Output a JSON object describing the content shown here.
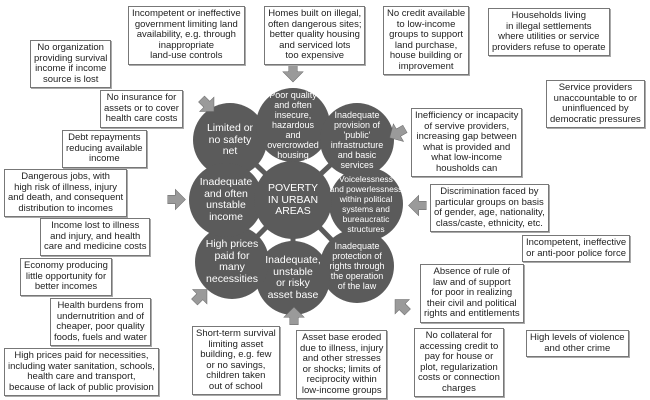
{
  "center": "POVERTY\nIN URBAN\nAREAS",
  "circles": {
    "safety_net": "Limited or\nno safety\nnet",
    "housing": "Poor quality\nand often\ninsecure,\nhazardous\nand\novercrowded\nhousing",
    "infrastructure": "Inadequate\nprovision of\n'public'\ninfrastructure\nand basic\nservices",
    "voicelessness": "Voicelessness\nand powerlessness\nwithin political\nsystems and\nbureaucratic\nstructures",
    "protection": "Inadequate\nprotection of\nrights through\nthe operation\nof the law",
    "asset_base": "Inadequate,\nunstable\nor risky\nasset base",
    "high_prices": "High prices\npaid for\nmany\nnecessities",
    "income": "Inadequate\nand often\nunstable\nincome"
  },
  "boxes": {
    "no_organization": "No organization\nproviding survival\nincome if income\nsource is lost",
    "incompetent_government": "Incompetent or ineffective\ngovernment limiting land\navailability, e.g. through\ninappropriate\nland-use controls",
    "homes_illegal": "Homes built on illegal,\noften dangerous sites;\nbetter quality housing\nand serviced lots\ntoo expensive",
    "no_credit": "No credit available\nto low-income\ngroups to support\nland purchase,\nhouse building or\nimprovement",
    "households_illegal": "Households living\nin illegal settlements\nwhere utilities or service\nproviders refuse to operate",
    "service_unaccountable": "Service providers\nunaccountable to or\nuninfluenced by\ndemocratic pressures",
    "inefficiency": "Inefficiency or incapacity\nof servive providers,\nincreasing gap between\nwhat is provided and\nwhat low-income\nhousholds can",
    "no_insurance": "No insurance for\nassets or to cover\nhealth care costs",
    "debt": "Debt repayments\nreducing available\nincome",
    "dangerous_jobs": "Dangerous jobs, with\nhigh risk of illness, injury\nand death, and consequent\ndistribution to incomes",
    "income_lost": "Income lost to illness\nand injury, and health\ncare and medicine costs",
    "economy": "Economy producing\nlittle opportunity for\nbetter incomes",
    "health_burdens": "Health burdens from\nundernutrition and of\ncheaper, poor quality\nfoods, fuels and water",
    "high_prices_necessities": "High prices paid for necessities,\nincluding water sanitation, schools,\nhealth care and transport,\nbecause of lack of public provision",
    "short_term": "Short-term survival\nlimiting asset\nbuilding, e.g. few\nor no savings,\nchildren taken\nout of school",
    "asset_eroded": "Asset base eroded\ndue to illness, injury\nand other stresses\nor shocks; limits of\nreciprocity within\nlow-income groups",
    "no_collateral": "No collateral for\naccessing credit to\npay for house or\nplot, regularization\ncosts or connection\ncharges",
    "absence_rule_of_law": "Absence of rule of\nlaw and of support\nfor poor in realizing\ntheir civil and political\nrights and entitlements",
    "violence": "High levels of violence\nand other crime",
    "discrimination": "Discrimination faced by\nparticular groups on basis\nof gender, age, nationality,\nclass/caste, ethnicity, etc.",
    "police": "Incompetent, ineffective\nor anti-poor police force"
  },
  "colors": {
    "circle": "#5b5b5b",
    "arrow": "#9a9a9a",
    "border": "#777777"
  }
}
